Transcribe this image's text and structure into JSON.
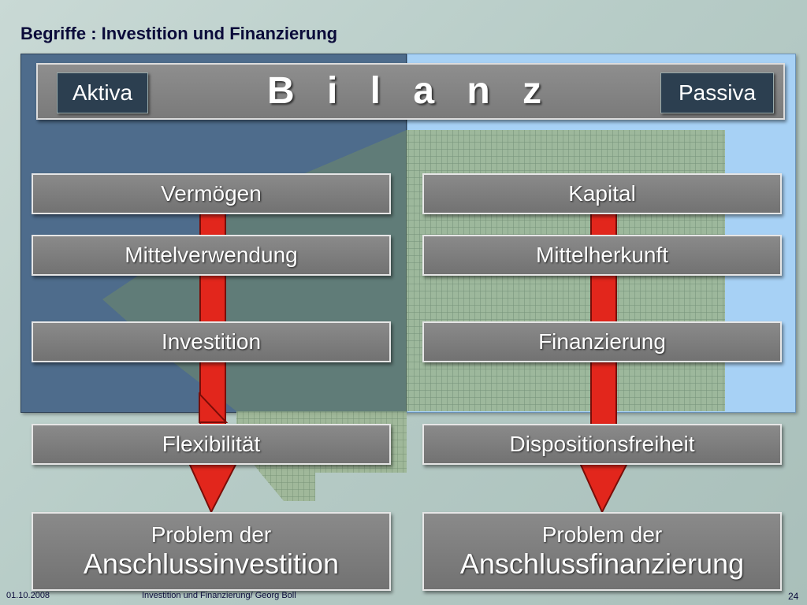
{
  "slide_title": "Begriffe : Investition und Finanzierung",
  "header": {
    "aktiva": "Aktiva",
    "title": "B i l a n z",
    "passiva": "Passiva"
  },
  "left_column": {
    "row1": "Vermögen",
    "row2": "Mittelverwendung",
    "row3": "Investition",
    "row4": "Flexibilität",
    "problem_line1": "Problem der",
    "problem_line2": "Anschlussinvestition"
  },
  "right_column": {
    "row1": "Kapital",
    "row2": "Mittelherkunft",
    "row3": "Finanzierung",
    "row4": "Dispositionsfreiheit",
    "problem_line1": "Problem der",
    "problem_line2": "Anschlussfinanzierung"
  },
  "footer": {
    "date": "01.10.2008",
    "center": "Investition und Finanzierung/ Georg Boll",
    "page": "24"
  },
  "colors": {
    "arrow_red": "#e2261c",
    "aktiva_panel": "#4e6c8c",
    "passiva_panel": "#a7d1f5"
  }
}
